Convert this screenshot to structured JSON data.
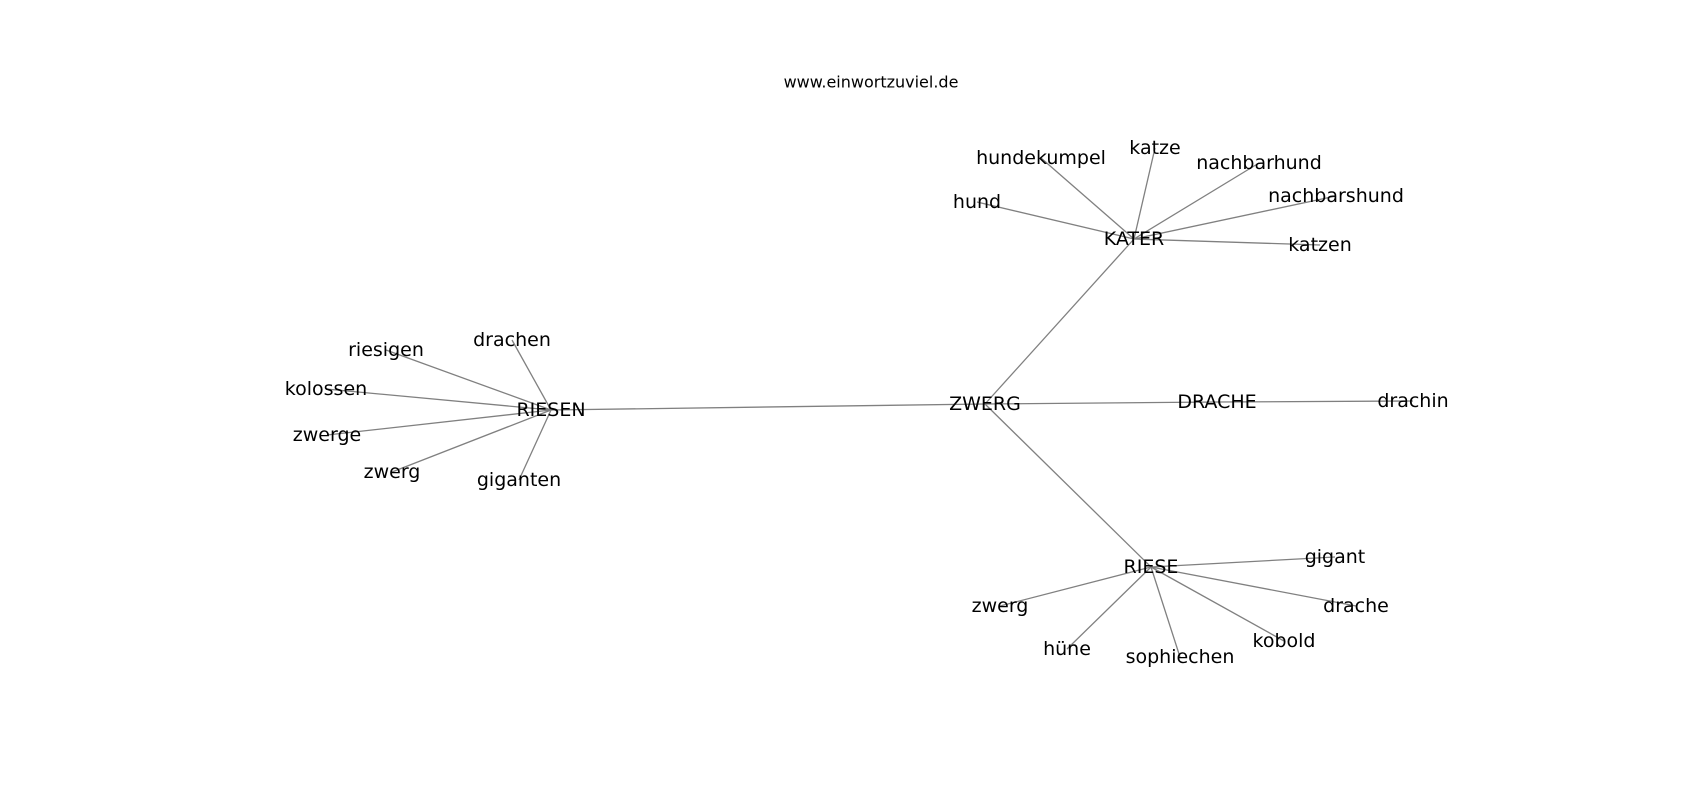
{
  "header": {
    "site": "www.einwortzuviel.de"
  },
  "graph": {
    "nodes": [
      {
        "id": "ZWERG",
        "label": "ZWERG"
      },
      {
        "id": "RIESEN",
        "label": "RIESEN"
      },
      {
        "id": "KATER",
        "label": "KATER"
      },
      {
        "id": "DRACHE",
        "label": "DRACHE"
      },
      {
        "id": "RIESE",
        "label": "RIESE"
      },
      {
        "id": "drachin",
        "label": "drachin"
      },
      {
        "id": "riesigen",
        "label": "riesigen"
      },
      {
        "id": "drachen",
        "label": "drachen"
      },
      {
        "id": "kolossen",
        "label": "kolossen"
      },
      {
        "id": "zwerge",
        "label": "zwerge"
      },
      {
        "id": "zwerg_riesen",
        "label": "zwerg"
      },
      {
        "id": "giganten",
        "label": "giganten"
      },
      {
        "id": "hundekumpel",
        "label": "hundekumpel"
      },
      {
        "id": "katze",
        "label": "katze"
      },
      {
        "id": "nachbarhund",
        "label": "nachbarhund"
      },
      {
        "id": "nachbarshund",
        "label": "nachbarshund"
      },
      {
        "id": "hund",
        "label": "hund"
      },
      {
        "id": "katzen",
        "label": "katzen"
      },
      {
        "id": "gigant",
        "label": "gigant"
      },
      {
        "id": "zwerg_riese",
        "label": "zwerg"
      },
      {
        "id": "drache",
        "label": "drache"
      },
      {
        "id": "huene",
        "label": "hüne"
      },
      {
        "id": "sophiechen",
        "label": "sophiechen"
      },
      {
        "id": "kobold",
        "label": "kobold"
      }
    ],
    "edges": [
      [
        "ZWERG",
        "RIESEN"
      ],
      [
        "ZWERG",
        "KATER"
      ],
      [
        "ZWERG",
        "DRACHE"
      ],
      [
        "ZWERG",
        "RIESE"
      ],
      [
        "DRACHE",
        "drachin"
      ],
      [
        "RIESEN",
        "riesigen"
      ],
      [
        "RIESEN",
        "drachen"
      ],
      [
        "RIESEN",
        "kolossen"
      ],
      [
        "RIESEN",
        "zwerge"
      ],
      [
        "RIESEN",
        "zwerg_riesen"
      ],
      [
        "RIESEN",
        "giganten"
      ],
      [
        "KATER",
        "hundekumpel"
      ],
      [
        "KATER",
        "katze"
      ],
      [
        "KATER",
        "nachbarhund"
      ],
      [
        "KATER",
        "nachbarshund"
      ],
      [
        "KATER",
        "hund"
      ],
      [
        "KATER",
        "katzen"
      ],
      [
        "RIESE",
        "gigant"
      ],
      [
        "RIESE",
        "zwerg_riese"
      ],
      [
        "RIESE",
        "drache"
      ],
      [
        "RIESE",
        "huene"
      ],
      [
        "RIESE",
        "sophiechen"
      ],
      [
        "RIESE",
        "kobold"
      ]
    ]
  }
}
